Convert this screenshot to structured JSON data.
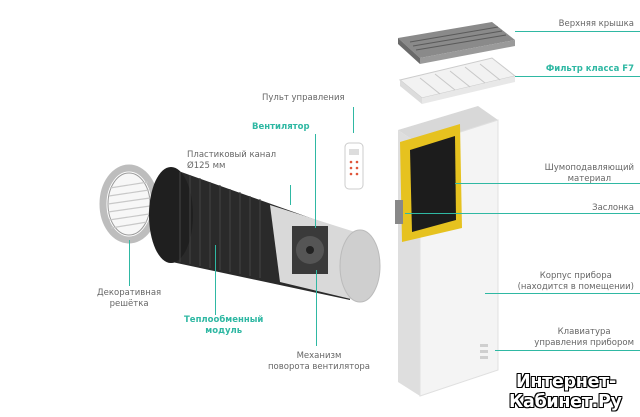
{
  "labels": {
    "top_cover": "Верхняя крышка",
    "filter": "Фильтр класса F7",
    "remote": "Пульт управления",
    "fan": "Вентилятор",
    "duct_line1": "Пластиковый канал",
    "duct_line2": "Ø125 мм",
    "noise_line1": "Шумоподавляющий",
    "noise_line2": "материал",
    "damper": "Заслонка",
    "grille_line1": "Декоративная",
    "grille_line2": "решётка",
    "body_line1": "Корпус прибора",
    "body_line2": "(находится в помещении)",
    "exchanger_line1": "Теплообменный",
    "exchanger_line2": "модуль",
    "keyboard_line1": "Клавиатура",
    "keyboard_line2": "управления прибором",
    "mechanism_line1": "Механизм",
    "mechanism_line2": "поворота вентилятора"
  },
  "watermark": {
    "line1": "Интернет-",
    "line2": "Кабинет.Ру"
  },
  "colors": {
    "accent": "#2fb8a3",
    "label": "#666666",
    "body": "#f0f0f0",
    "duct": "#2b2b2b",
    "noise_material": "#e6c21f"
  }
}
